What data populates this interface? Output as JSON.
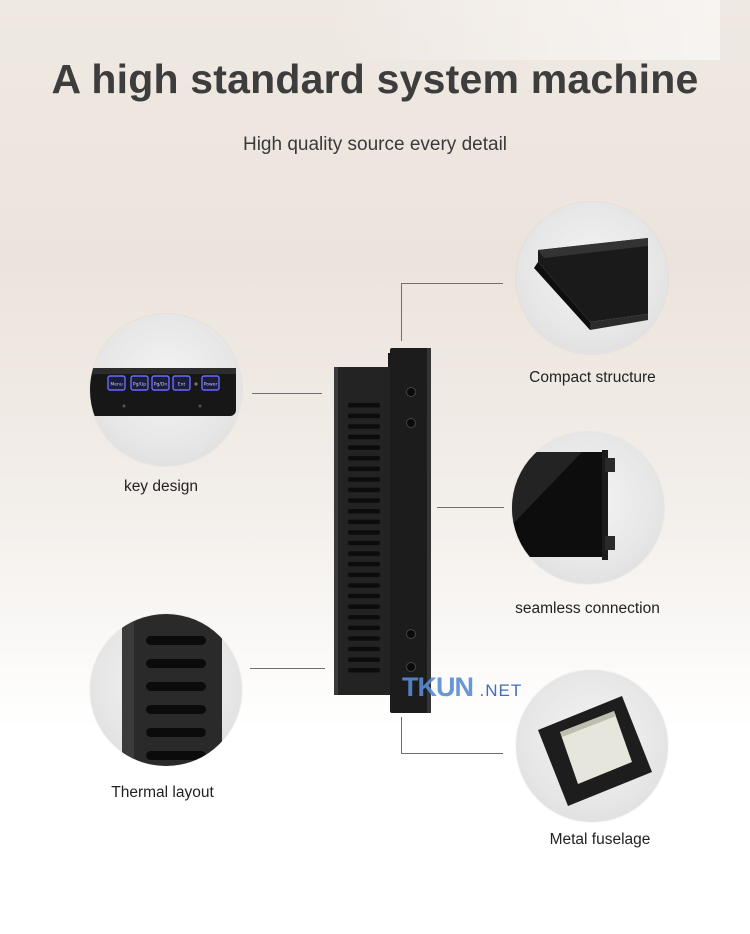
{
  "header": {
    "title": "A high standard system machine",
    "subtitle": "High quality source every detail"
  },
  "features": {
    "key_design": "key design",
    "thermal_layout": "Thermal layout",
    "compact_structure": "Compact structure",
    "seamless_connection": "seamless connection",
    "metal_fuselage": "Metal fuselage"
  },
  "keys": [
    "Menu",
    "Pg/Up",
    "Pg/Dn",
    "Ent",
    "Power"
  ],
  "watermark": {
    "brand": "TKUN",
    "suffix": ".NET"
  },
  "colors": {
    "accent_key": "#6a6cff",
    "body": "#1e1e1e",
    "watermark": "#5a8bd6"
  }
}
